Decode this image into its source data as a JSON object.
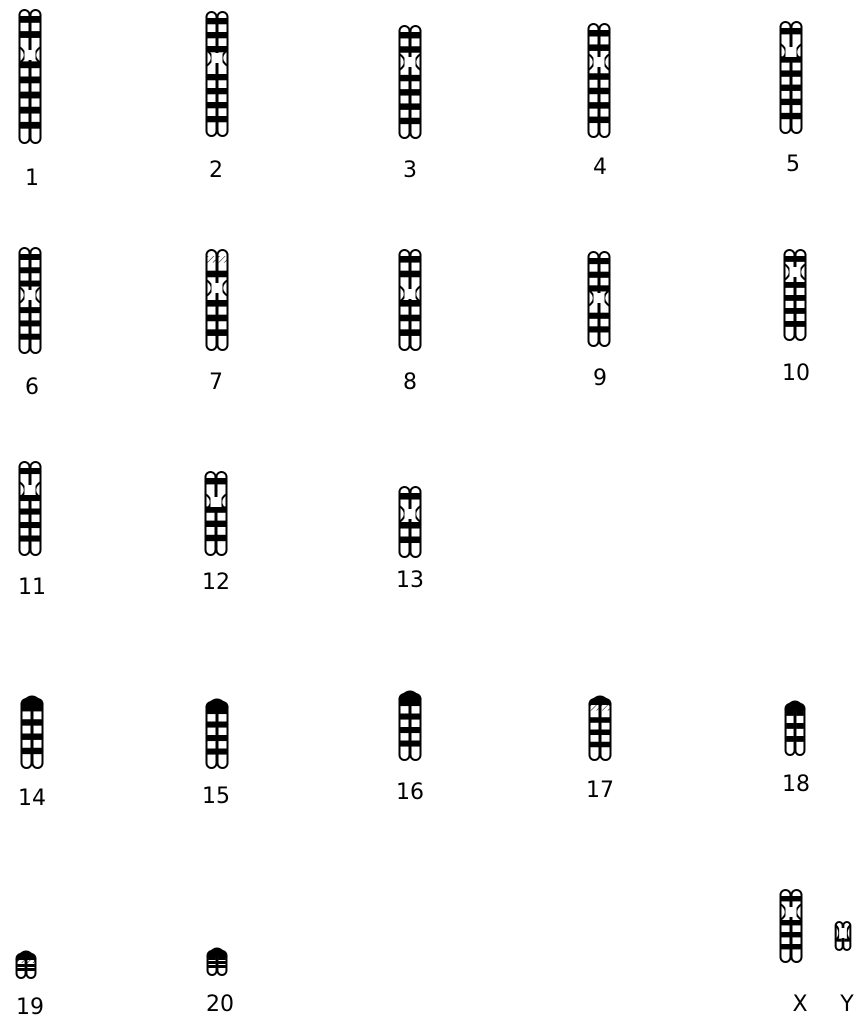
{
  "karyotype": {
    "chromosomes": [
      {
        "id": "1",
        "label": "1",
        "type": "metacentric-large"
      },
      {
        "id": "2",
        "label": "2",
        "type": "metacentric-large"
      },
      {
        "id": "3",
        "label": "3",
        "type": "metacentric-large"
      },
      {
        "id": "4",
        "label": "4",
        "type": "metacentric-large"
      },
      {
        "id": "5",
        "label": "5",
        "type": "metacentric-large"
      },
      {
        "id": "6",
        "label": "6",
        "type": "metacentric-medium"
      },
      {
        "id": "7",
        "label": "7",
        "type": "metacentric-medium"
      },
      {
        "id": "8",
        "label": "8",
        "type": "metacentric-medium"
      },
      {
        "id": "9",
        "label": "9",
        "type": "metacentric-medium"
      },
      {
        "id": "10",
        "label": "10",
        "type": "metacentric-medium"
      },
      {
        "id": "11",
        "label": "11",
        "type": "metacentric-medium"
      },
      {
        "id": "12",
        "label": "12",
        "type": "metacentric-medium"
      },
      {
        "id": "13",
        "label": "13",
        "type": "metacentric-small"
      },
      {
        "id": "14",
        "label": "14",
        "type": "acrocentric"
      },
      {
        "id": "15",
        "label": "15",
        "type": "acrocentric"
      },
      {
        "id": "16",
        "label": "16",
        "type": "acrocentric"
      },
      {
        "id": "17",
        "label": "17",
        "type": "acrocentric"
      },
      {
        "id": "18",
        "label": "18",
        "type": "acrocentric-small"
      },
      {
        "id": "19",
        "label": "19",
        "type": "acrocentric-small"
      },
      {
        "id": "20",
        "label": "20",
        "type": "acrocentric-small"
      },
      {
        "id": "X",
        "label": "X",
        "type": "metacentric-medium"
      },
      {
        "id": "Y",
        "label": "Y",
        "type": "tiny"
      }
    ]
  },
  "colors": {
    "ink": "#000000",
    "paper": "#ffffff"
  }
}
